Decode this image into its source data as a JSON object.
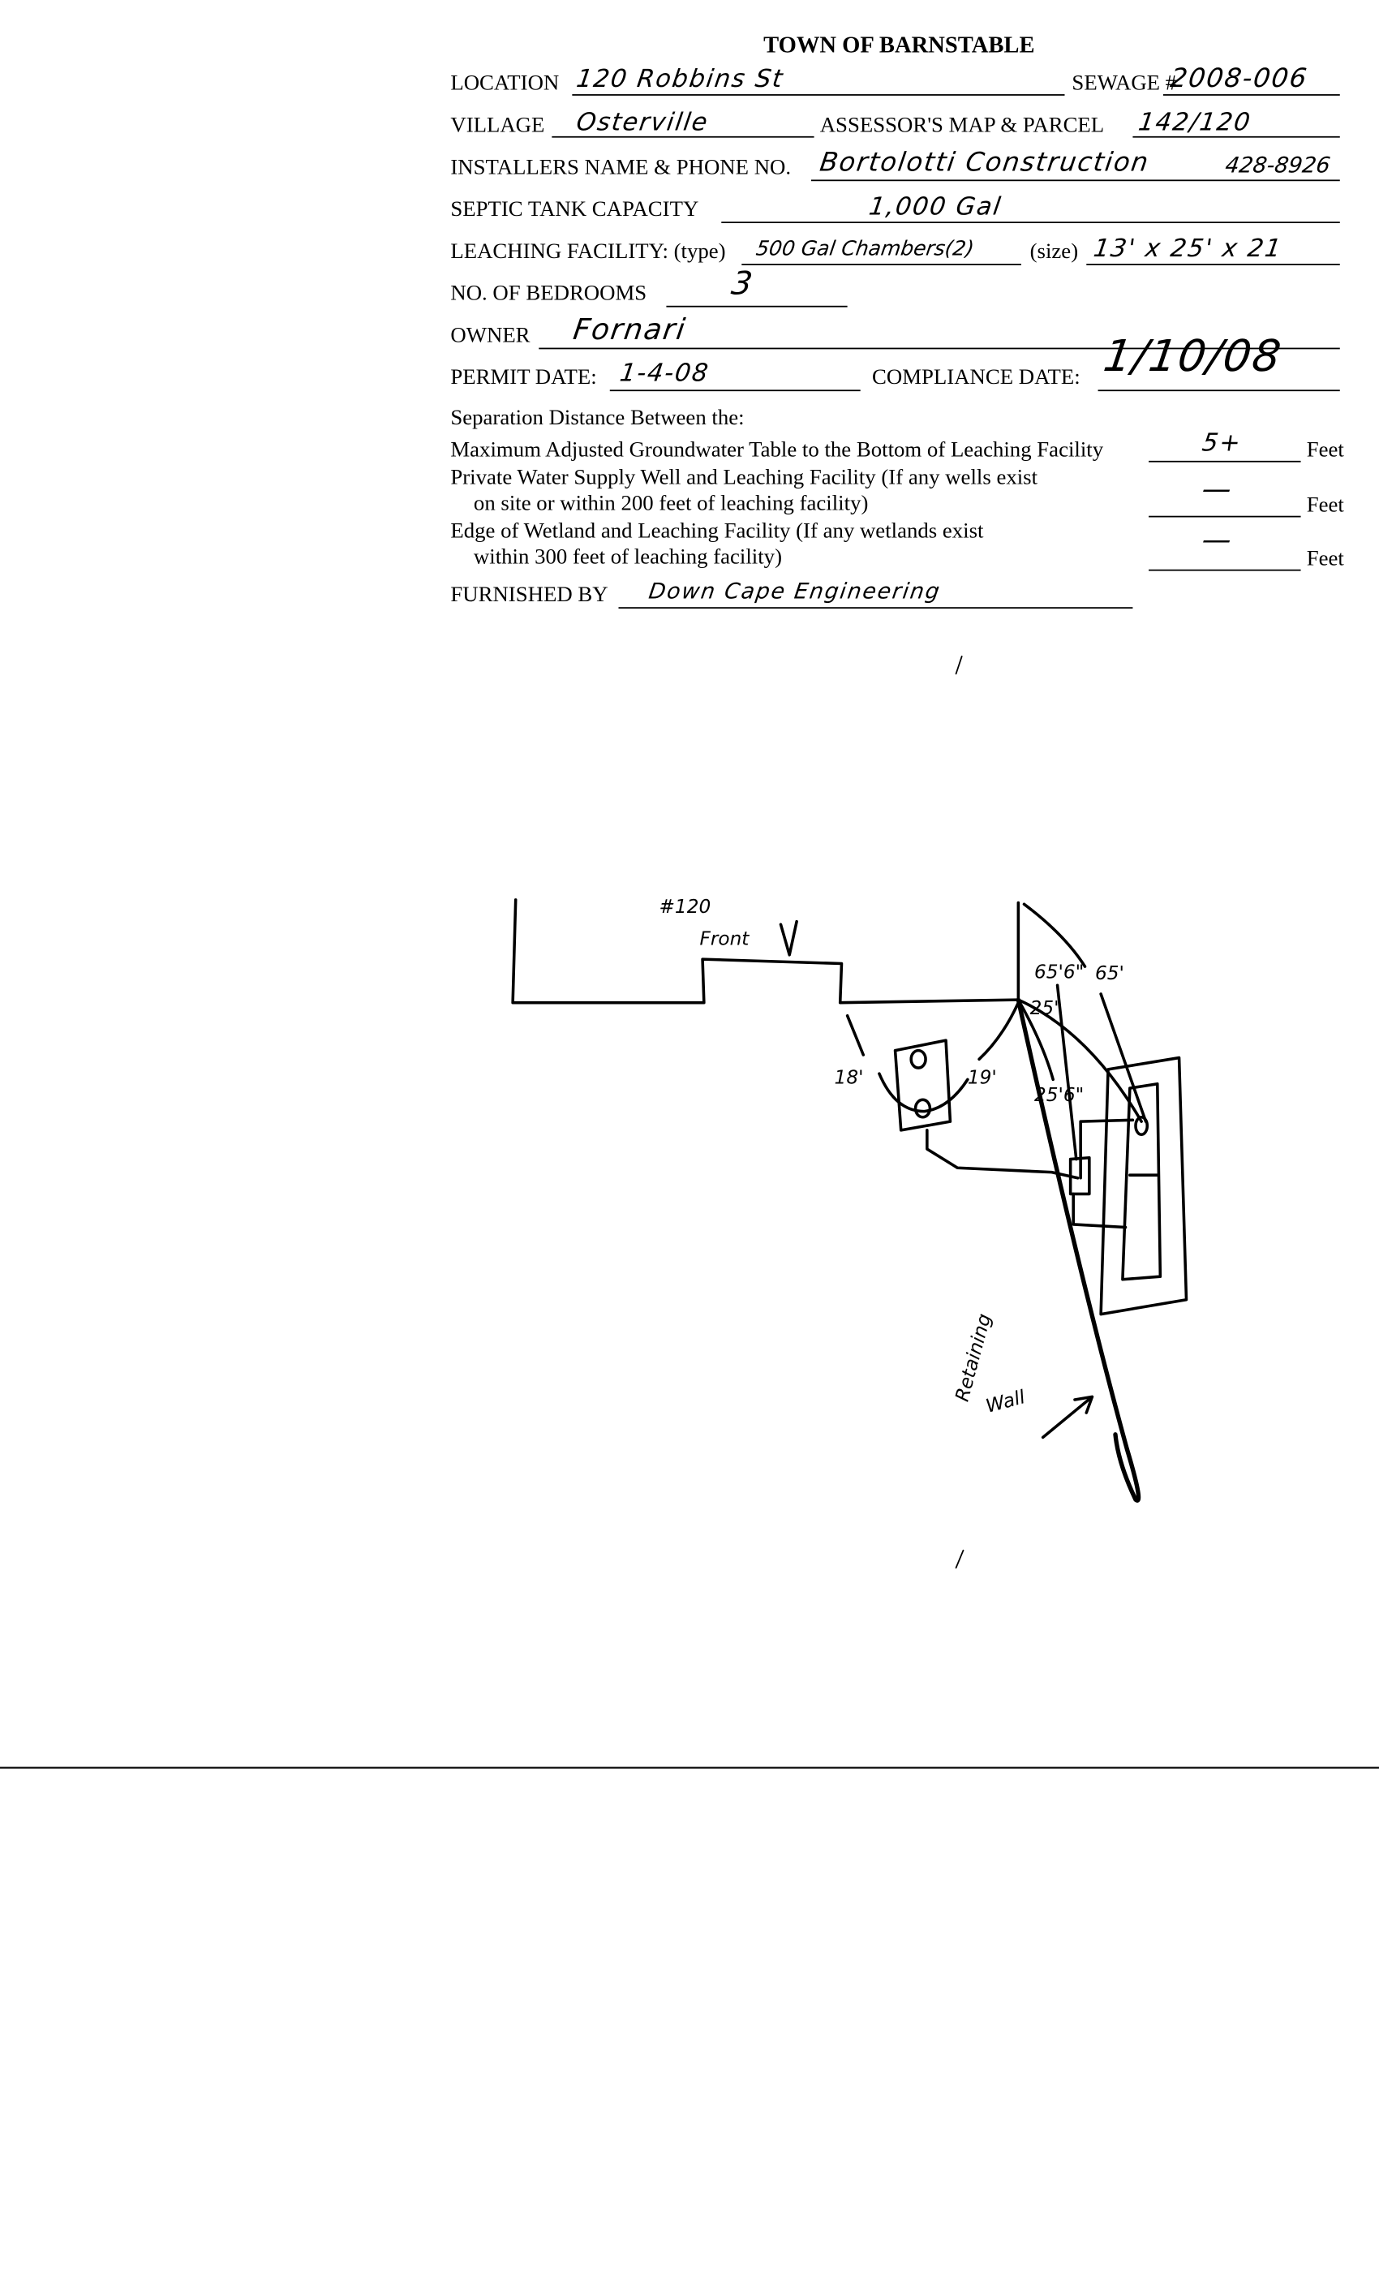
{
  "form": {
    "title": "TOWN OF BARNSTABLE",
    "location": {
      "label": "LOCATION",
      "value": "120 Robbins St"
    },
    "sewage": {
      "label": "SEWAGE #",
      "value": "2008-006"
    },
    "village": {
      "label": "VILLAGE",
      "value": "Osterville"
    },
    "parcel": {
      "label": "ASSESSOR'S MAP & PARCEL",
      "value": "142/120"
    },
    "installer": {
      "label": "INSTALLERS NAME & PHONE NO.",
      "value": "Bortolotti Construction",
      "phone": "428-8926"
    },
    "tank": {
      "label": "SEPTIC TANK CAPACITY",
      "value": "1,000 Gal"
    },
    "leaching": {
      "label": "LEACHING FACILITY: (type)",
      "value": "500 Gal Chambers(2)",
      "size_label": "(size)",
      "size": "13' x 25' x 21"
    },
    "bedrooms": {
      "label": "NO. OF BEDROOMS",
      "value": "3"
    },
    "owner": {
      "label": "OWNER",
      "value": "Fornari"
    },
    "permit": {
      "label": "PERMIT DATE:",
      "value": "1-4-08"
    },
    "compliance": {
      "label": "COMPLIANCE DATE:",
      "value": "1/10/08"
    },
    "separation": {
      "heading": "Separation Distance Between the:",
      "rows": [
        {
          "line1": "Maximum Adjusted Groundwater Table to the Bottom of Leaching Facility",
          "line2": "",
          "value": "5+",
          "unit": "Feet"
        },
        {
          "line1": "Private Water Supply Well and Leaching Facility (If any wells exist",
          "line2": "on site or within 200 feet of leaching facility)",
          "value": "—",
          "unit": "Feet"
        },
        {
          "line1": "Edge of Wetland and Leaching Facility (If any wetlands exist",
          "line2": "within 300 feet of leaching facility)",
          "value": "—",
          "unit": "Feet"
        }
      ]
    },
    "furnished": {
      "label": "FURNISHED BY",
      "value": "Down Cape Engineering"
    }
  },
  "sketch": {
    "house_number": "#120",
    "front": "Front",
    "dist_tank_left": "18'",
    "dist_tank_right": "19'",
    "dist_a": "65'6\"",
    "dist_b": "65'",
    "dist_c": "25'",
    "dist_d": "25'6\"",
    "retaining_1": "Retaining",
    "retaining_2": "Wall"
  }
}
